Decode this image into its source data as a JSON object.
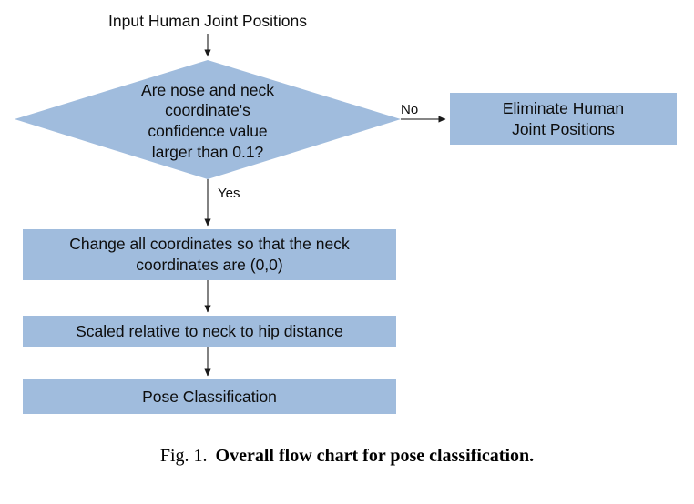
{
  "figure": {
    "caption_number": "Fig. 1.",
    "caption_title": "Overall flow chart for pose classification."
  },
  "colors": {
    "node_fill": "#a0bcdd",
    "background": "#ffffff",
    "text": "#0d0d0d",
    "arrow": "#3f3f3f"
  },
  "flowchart": {
    "type": "flowchart",
    "start_label": "Input Human Joint Positions",
    "decision": {
      "text": "Are nose and neck\ncoordinate's\nconfidence value\nlarger than 0.1?",
      "branches": [
        {
          "label": "No",
          "target": "Eliminate Human Joint Positions"
        },
        {
          "label": "Yes",
          "target": "Change all coordinates so that the neck coordinates are (0,0)"
        }
      ]
    },
    "nodes": [
      {
        "id": "eliminate",
        "shape": "rect",
        "text": "Eliminate Human\nJoint Positions"
      },
      {
        "id": "change",
        "shape": "rect",
        "text": "Change all coordinates so that the neck\ncoordinates are (0,0)"
      },
      {
        "id": "scaled",
        "shape": "rect",
        "text": "Scaled relative to neck to hip distance"
      },
      {
        "id": "pose",
        "shape": "rect",
        "text": "Pose Classification"
      }
    ],
    "edges": [
      {
        "from": "start",
        "to": "decision",
        "label": ""
      },
      {
        "from": "decision",
        "to": "eliminate",
        "label": "No"
      },
      {
        "from": "decision",
        "to": "change",
        "label": "Yes"
      },
      {
        "from": "change",
        "to": "scaled",
        "label": ""
      },
      {
        "from": "scaled",
        "to": "pose",
        "label": ""
      }
    ]
  }
}
